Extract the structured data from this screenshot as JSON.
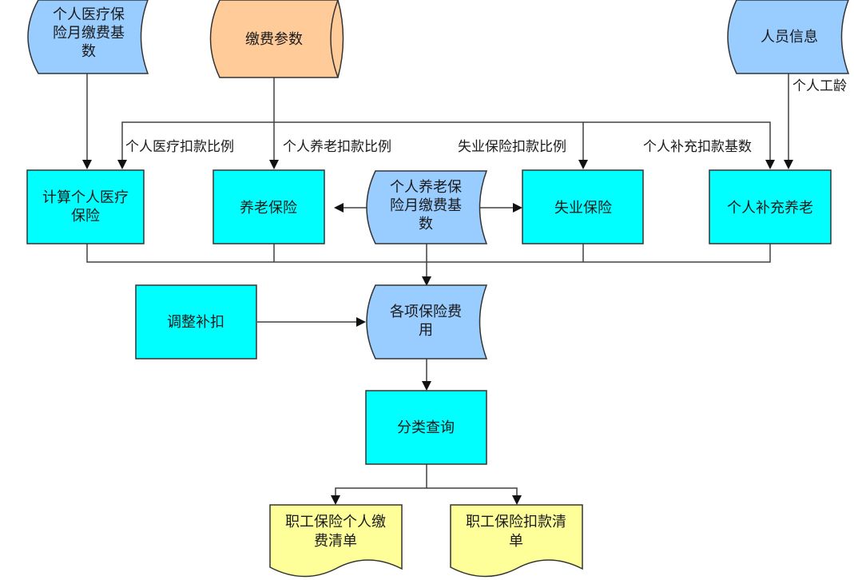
{
  "colors": {
    "process": "#00FFFF",
    "data_store": "#99CCFF",
    "param_store": "#FFCC99",
    "document": "#FFFF99",
    "stroke": "#333333"
  },
  "nodes": {
    "medical_base": {
      "lines": [
        "个人医疗保",
        "险月缴费基",
        "数"
      ]
    },
    "fee_params": {
      "lines": [
        "缴费参数"
      ]
    },
    "staff_info": {
      "lines": [
        "人员信息"
      ]
    },
    "calc_medical": {
      "lines": [
        "计算个人医疗",
        "保险"
      ]
    },
    "pension": {
      "lines": [
        "养老保险"
      ]
    },
    "pension_base": {
      "lines": [
        "个人养老保",
        "险月缴费基",
        "数"
      ]
    },
    "unemployment": {
      "lines": [
        "失业保险"
      ]
    },
    "supplement": {
      "lines": [
        "个人补充养老"
      ]
    },
    "adjust": {
      "lines": [
        "调整补扣"
      ]
    },
    "fees": {
      "lines": [
        "各项保险费",
        "用"
      ]
    },
    "query": {
      "lines": [
        "分类查询"
      ]
    },
    "doc_personal": {
      "lines": [
        "职工保险个人缴",
        "费清单"
      ]
    },
    "doc_deduct": {
      "lines": [
        "职工保险扣款清",
        "单"
      ]
    }
  },
  "edge_labels": {
    "seniority": "个人工龄",
    "medical_ratio": "个人医疗扣款比例",
    "pension_ratio": "个人养老扣款比例",
    "unemployment_ratio": "失业保险扣款比例",
    "supplement_base": "个人补充扣款基数"
  }
}
